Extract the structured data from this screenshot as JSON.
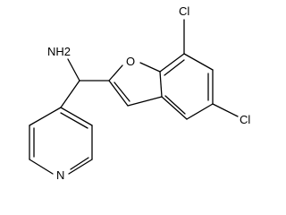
{
  "molecule": {
    "labels": {
      "amine": "NH2",
      "oxygen": "O",
      "chlorine_top": "Cl",
      "chlorine_right": "Cl",
      "nitrogen": "N"
    }
  }
}
